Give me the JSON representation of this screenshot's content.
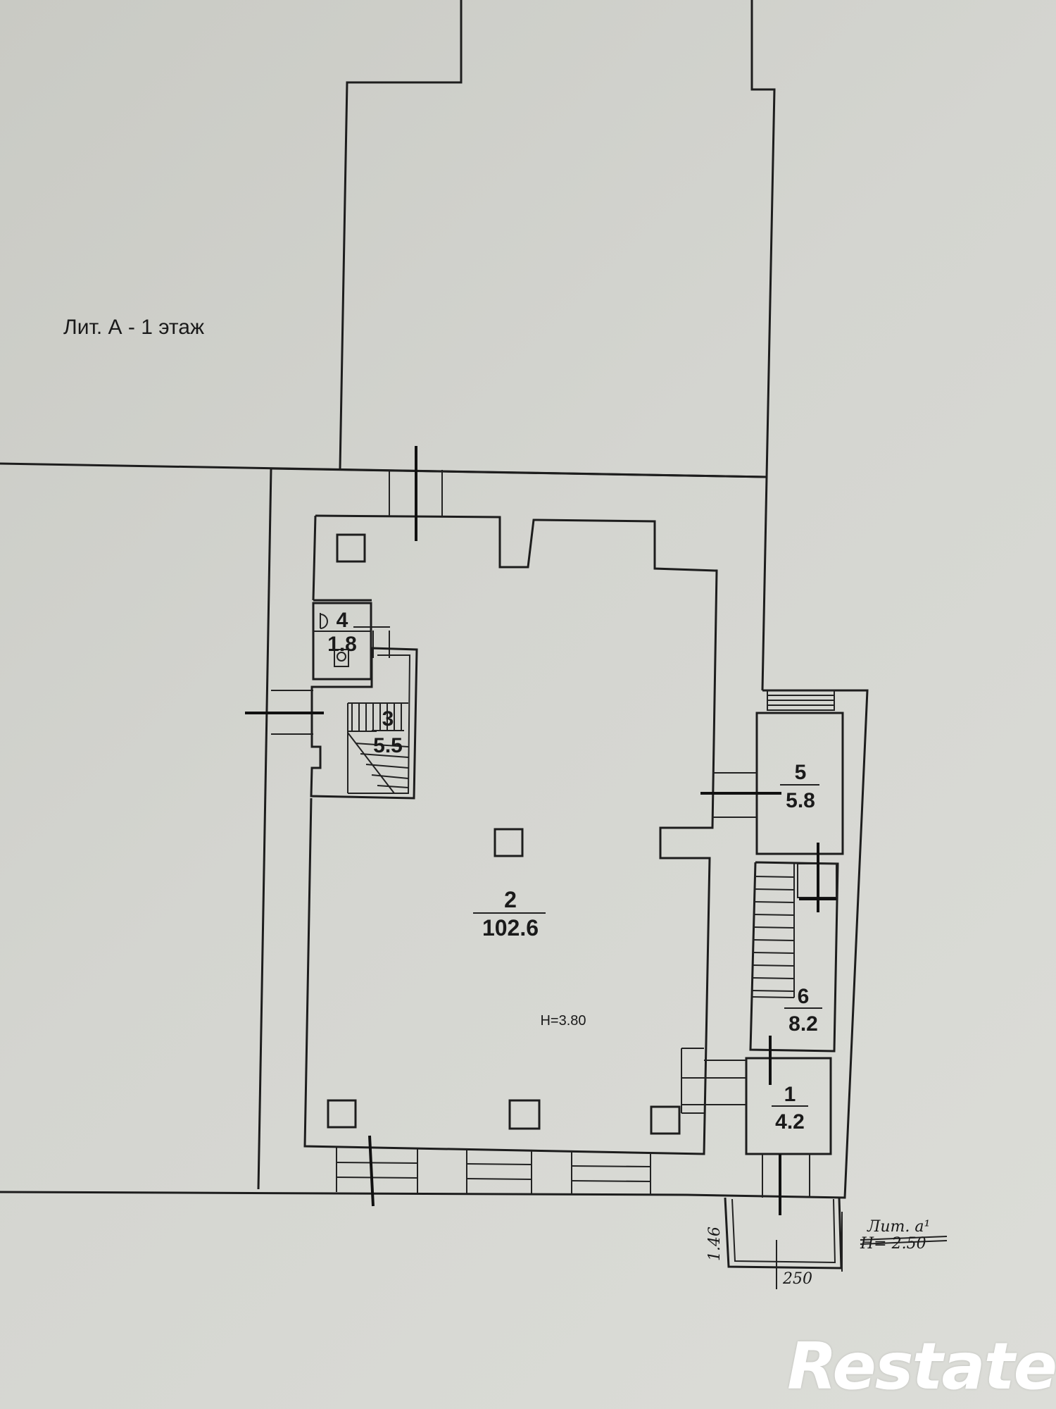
{
  "title": "Лит. А - 1 этаж",
  "ceiling_height": "H=3.80",
  "rooms": [
    {
      "number": "1",
      "area": "4.2"
    },
    {
      "number": "2",
      "area": "102.6"
    },
    {
      "number": "3",
      "area": "5.5"
    },
    {
      "number": "4",
      "area": "1.8"
    },
    {
      "number": "5",
      "area": "5.8"
    },
    {
      "number": "6",
      "area": "8.2"
    }
  ],
  "annex": {
    "label": "Лит. а¹",
    "height": "H= 2.50",
    "width_dim": "250",
    "depth_dim": "1.46"
  },
  "watermark": "Restate"
}
